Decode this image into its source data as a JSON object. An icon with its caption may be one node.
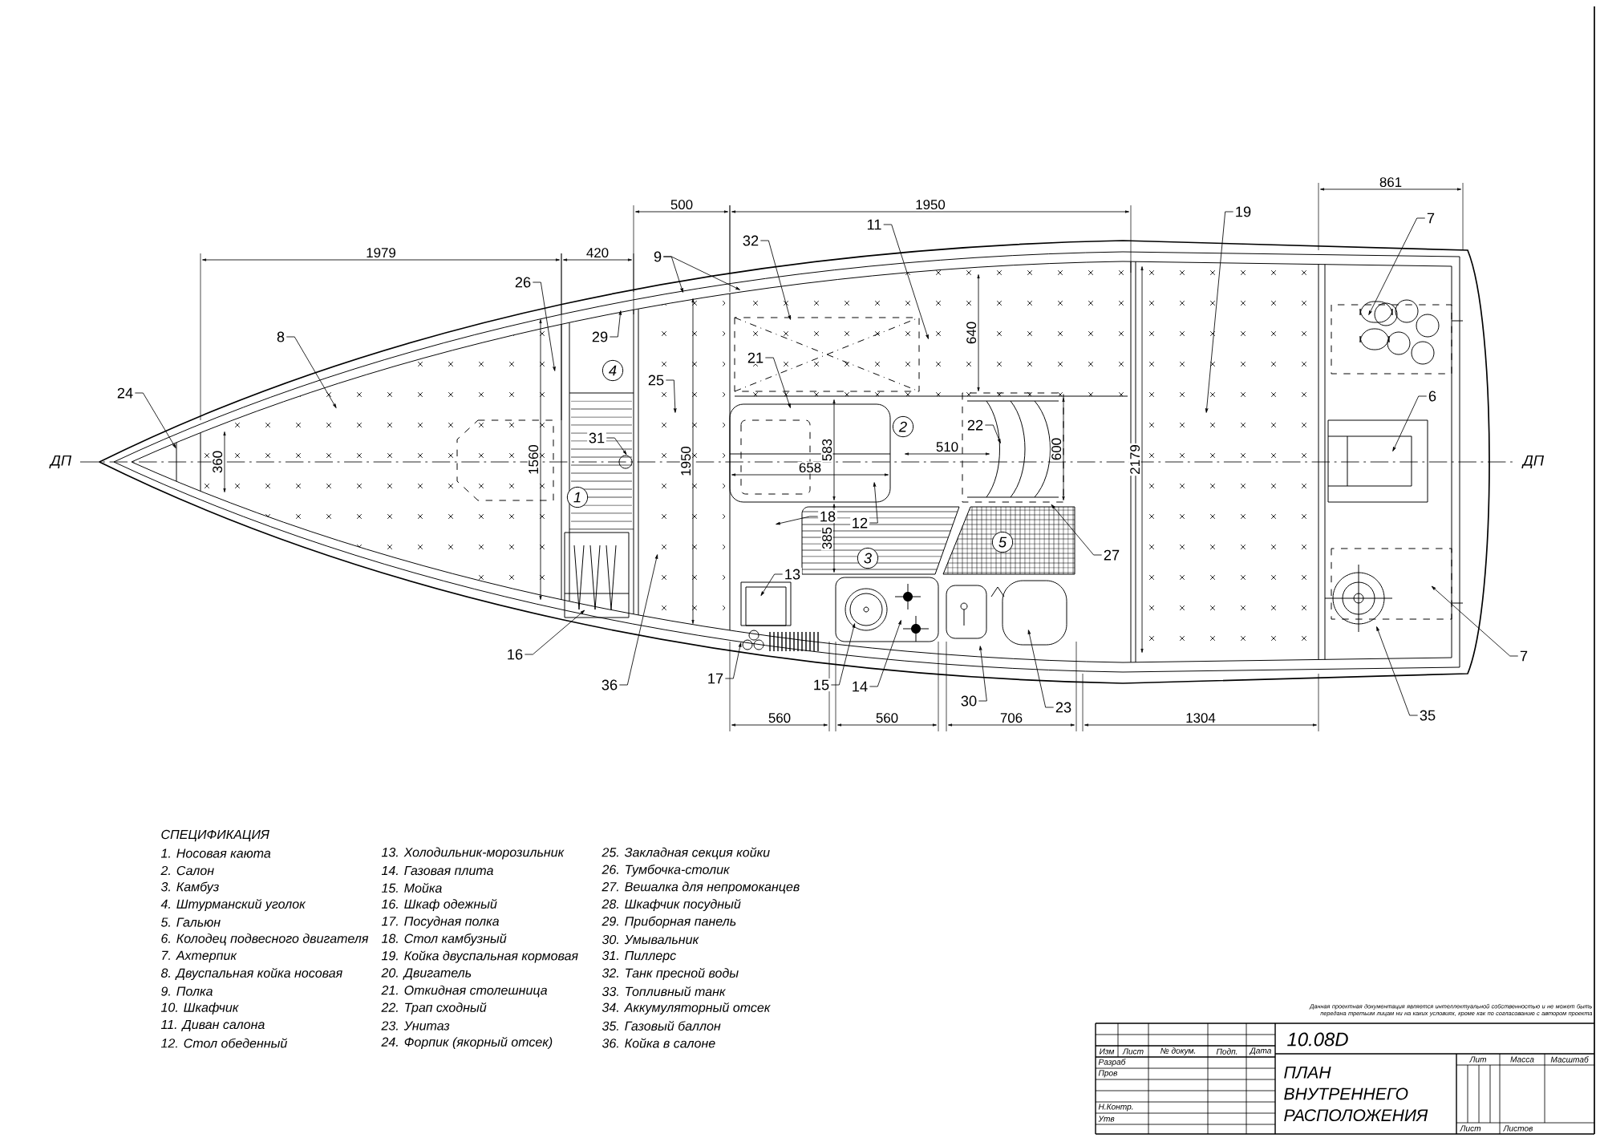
{
  "diagram": {
    "nodes": [
      {
        "text": [
          "1"
        ]
      },
      {
        "text": [
          "2"
        ]
      },
      {
        "text": [
          "3"
        ]
      },
      {
        "text": [
          "4"
        ]
      },
      {
        "text": [
          "5"
        ]
      },
      {
        "text": [
          "24"
        ]
      },
      {
        "text": [
          "8"
        ]
      },
      {
        "text": [
          "26"
        ]
      },
      {
        "text": [
          "29"
        ]
      },
      {
        "text": [
          "9"
        ]
      },
      {
        "text": [
          "25"
        ]
      },
      {
        "text": [
          "31"
        ]
      },
      {
        "text": [
          "16"
        ]
      },
      {
        "text": [
          "36"
        ]
      },
      {
        "text": [
          "17"
        ]
      },
      {
        "text": [
          "32"
        ]
      },
      {
        "text": [
          "11"
        ]
      },
      {
        "text": [
          "21"
        ]
      },
      {
        "text": [
          "22"
        ]
      },
      {
        "text": [
          "12"
        ]
      },
      {
        "text": [
          "18"
        ]
      },
      {
        "text": [
          "13"
        ]
      },
      {
        "text": [
          "15"
        ]
      },
      {
        "text": [
          "14"
        ]
      },
      {
        "text": [
          "30"
        ]
      },
      {
        "text": [
          "23"
        ]
      },
      {
        "text": [
          "27"
        ]
      },
      {
        "text": [
          "19"
        ]
      },
      {
        "text": [
          "7"
        ]
      },
      {
        "text": [
          "6"
        ]
      },
      {
        "text": [
          "7"
        ]
      },
      {
        "text": [
          "35"
        ]
      }
    ],
    "edges": [
      {
        "from": 5,
        "to": null,
        "arrow": "to"
      },
      {
        "from": 6,
        "to": null,
        "arrow": "to"
      },
      {
        "from": 7,
        "to": null,
        "arrow": "to"
      },
      {
        "from": 8,
        "to": null,
        "arrow": "to"
      },
      {
        "from": 9,
        "to": null,
        "arrow": "to"
      },
      {
        "from": 9,
        "to": null,
        "arrow": "to"
      },
      {
        "from": 10,
        "to": null,
        "arrow": "to"
      },
      {
        "from": 11,
        "to": null,
        "arrow": "to"
      },
      {
        "from": 12,
        "to": null,
        "arrow": "to"
      },
      {
        "from": 13,
        "to": null,
        "arrow": "to"
      },
      {
        "from": 14,
        "to": null,
        "arrow": "to"
      },
      {
        "from": 15,
        "to": null,
        "arrow": "to"
      },
      {
        "from": 16,
        "to": null,
        "arrow": "to"
      },
      {
        "from": 17,
        "to": null,
        "arrow": "to"
      },
      {
        "from": 18,
        "to": null,
        "arrow": "to"
      },
      {
        "from": 19,
        "to": null,
        "arrow": "to"
      },
      {
        "from": 20,
        "to": null,
        "arrow": "to"
      },
      {
        "from": 21,
        "to": null,
        "arrow": "to"
      },
      {
        "from": 22,
        "to": null,
        "arrow": "to"
      },
      {
        "from": 23,
        "to": null,
        "arrow": "to"
      },
      {
        "from": 24,
        "to": null,
        "arrow": "to"
      },
      {
        "from": 25,
        "to": null,
        "arrow": "to"
      },
      {
        "from": 26,
        "to": null,
        "arrow": "to"
      },
      {
        "from": 27,
        "to": null,
        "arrow": "to"
      },
      {
        "from": 28,
        "to": null,
        "arrow": "to"
      },
      {
        "from": 29,
        "to": null,
        "arrow": "to"
      },
      {
        "from": 30,
        "to": null,
        "arrow": "to"
      },
      {
        "from": 31,
        "to": null,
        "arrow": "to"
      }
    ],
    "labels": [
      "ДП",
      "ДП",
      "1979",
      "420",
      "500",
      "1950",
      "861",
      "360",
      "1560",
      "1950",
      "583",
      "658",
      "510",
      "600",
      "640",
      "385",
      "2179",
      "560",
      "560",
      "706",
      "1304",
      "СПЕЦИФИКАЦИЯ",
      "1. Носовая каюта",
      "2. Салон",
      "3. Камбуз",
      "4. Штурманский уголок",
      "5. Гальюн",
      "6. Колодец подвесного двигателя",
      "7. Ахтерпик",
      "8. Двуспальная койка носовая",
      "9. Полка",
      "10. Шкафчик",
      "11. Диван салона",
      "12. Стол обеденный",
      "13. Холодильник-морозильник",
      "14. Газовая плита",
      "15. Мойка",
      "16. Шкаф одежный",
      "17. Посудная полка",
      "18. Стол камбузный",
      "19. Койка двуспальная кормовая",
      "20. Двигатель",
      "21. Откидная столешница",
      "22. Трап сходный",
      "23. Унитаз",
      "24. Форпик (якорный отсек)",
      "25. Закладная секция койки",
      "26. Тумбочка-столик",
      "27. Вешалка для непромоканцев",
      "28. Шкафчик посудный",
      "29. Приборная панель",
      "30. Умывальник",
      "31. Пиллерс",
      "32. Танк пресной воды",
      "33. Топливный танк",
      "34. Аккумуляторный отсек",
      "35. Газовый баллон",
      "36. Койка в салоне",
      "Данная проектная документация является интеллектуальной собственностью и не может быть передана третьим лицам ни на каких условиях, кроме как по согласованию с автором проекта",
      "10.08D",
      "ПЛАН ВНУТРЕННЕГО РАСПОЛОЖЕНИЯ",
      "Изм",
      "Лист",
      "№ докум.",
      "Подп.",
      "Дата",
      "Разраб",
      "Пров",
      "Н.Контр.",
      "Утв",
      "Лит",
      "Масса",
      "Масштаб",
      "Лист",
      "Листов"
    ]
  }
}
